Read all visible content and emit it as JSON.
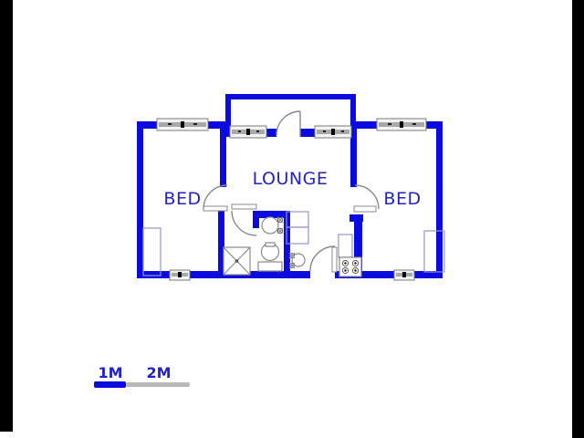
{
  "floorplan": {
    "room_labels": {
      "lounge": "LOUNGE",
      "bed_left": "BED",
      "bed_right": "BED"
    },
    "fixtures": [
      "shower",
      "basin",
      "toilet",
      "kitchen-sink",
      "stove",
      "counter",
      "wardrobe"
    ],
    "window_count": 6,
    "door_count": 5,
    "colors": {
      "wall": "#0b0bdf",
      "label_text": "#2222cc",
      "door": "#8a8a8a",
      "furniture_outline": "#9494cc",
      "scale_bar_gray": "#b8b8b8",
      "letterbox": "#000000"
    }
  },
  "scalebar": {
    "label_1m": "1M",
    "label_2m": "2M"
  }
}
